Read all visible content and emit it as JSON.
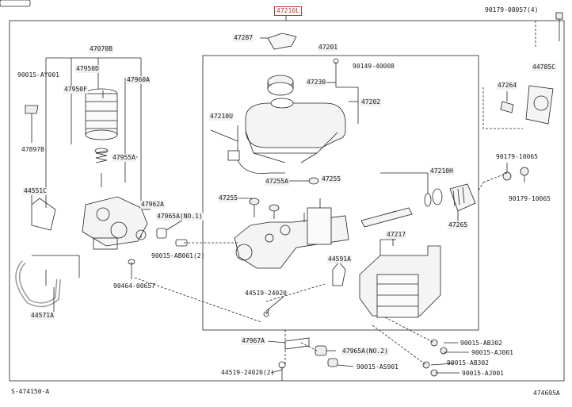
{
  "diagram": {
    "main_part": "47210L",
    "footer_left": "S-474150-A",
    "footer_right": "474695A",
    "labels": {
      "p47070b": "47070B",
      "p47950d": "47950D",
      "p47950f": "47950F",
      "p47960a": "47960A",
      "p90015ay001": "90015-AY001",
      "p47897b": "47897B",
      "p47955a": "47955A",
      "p44551c": "44551C",
      "p47962a": "47962A",
      "p47965a_no1": "47965A(NO.1)",
      "p90015ab001": "90015-AB001(2)",
      "p90464": "90464-00657",
      "p44571a": "44571A",
      "p47287": "47287",
      "p47201": "47201",
      "p90149": "90149-40008",
      "p47230": "47230",
      "p47202": "47202",
      "p47210u": "47210U",
      "p47255a": "47255A",
      "p47255_right": "47255",
      "p47255_left": "47255",
      "p47210h": "47210H",
      "p47265": "47265",
      "p47217": "47217",
      "p44591a": "44591A",
      "p44519_24020": "44519-24020",
      "p47967a": "47967A",
      "p47965a_no2": "47965A(NO.2)",
      "p44519_24020_2": "44519-24020(2)",
      "p90015as901": "90015-AS901",
      "p90015ab302_1": "90015-AB302",
      "p90015aj001_1": "90015-AJ001",
      "p90015ab302_2": "90015-AB302",
      "p90015aj001_2": "90015-AJ001",
      "p90179_08057": "90179-08057(4)",
      "p44785c": "44785C",
      "p47264": "47264",
      "p90179_10065_1": "90179-10065",
      "p90179_10065_2": "90179-10065"
    }
  }
}
